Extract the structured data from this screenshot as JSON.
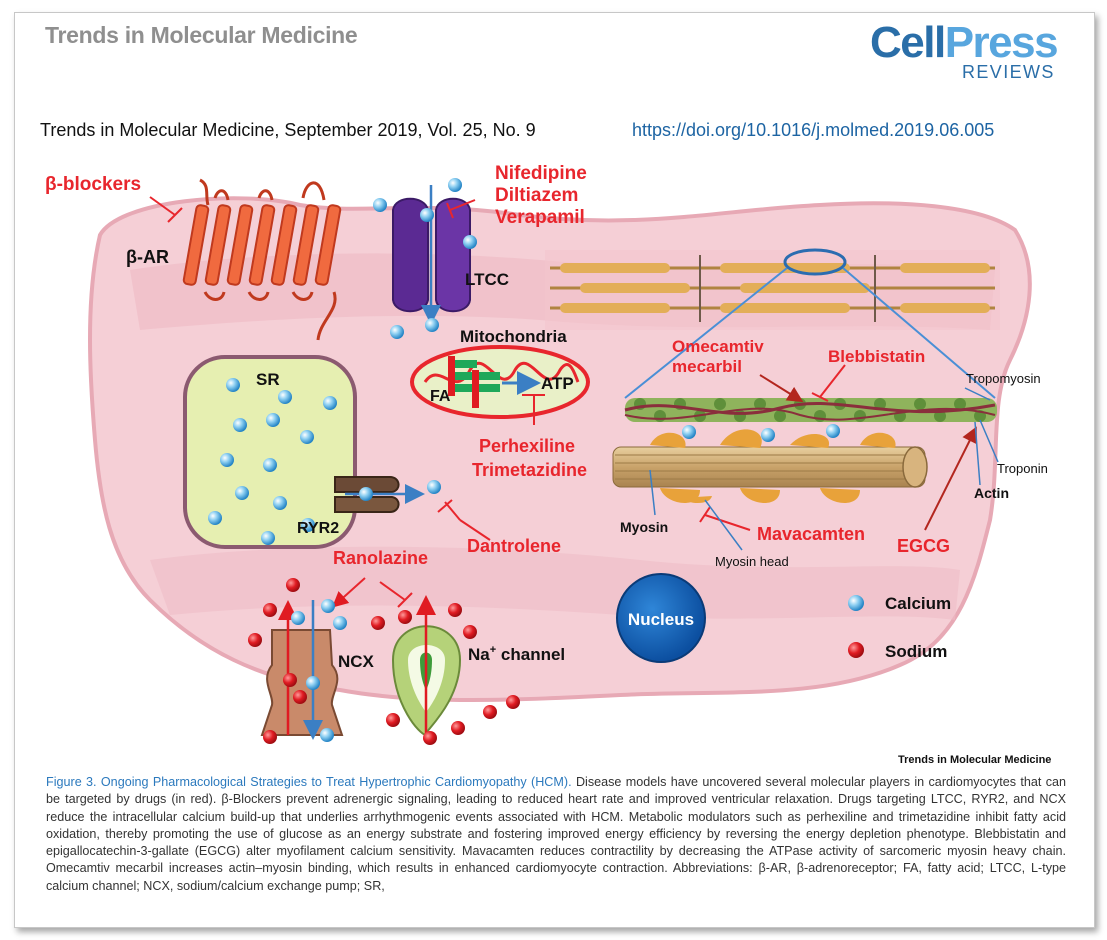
{
  "header": {
    "journal_name": "Trends in Molecular Medicine",
    "logo_cell": "Cell",
    "logo_press": "Press",
    "logo_reviews": "REVIEWS",
    "citation": "Trends in Molecular Medicine, September 2019, Vol. 25, No. 9",
    "doi": "https://doi.org/10.1016/j.molmed.2019.06.005"
  },
  "figure": {
    "drug_labels": {
      "beta_blockers": "β-blockers",
      "nifedipine": "Nifedipine",
      "diltiazem": "Diltiazem",
      "verapamil": "Verapamil",
      "omecamtiv_1": "Omecamtiv",
      "omecamtiv_2": "mecarbil",
      "blebbistatin": "Blebbistatin",
      "perhexiline": "Perhexiline",
      "trimetazidine": "Trimetazidine",
      "dantrolene": "Dantrolene",
      "mavacamten": "Mavacamten",
      "egcg": "EGCG",
      "ranolazine": "Ranolazine"
    },
    "structure_labels": {
      "beta_ar": "β-AR",
      "ltcc": "LTCC",
      "mitochondria": "Mitochondria",
      "fa": "FA",
      "atp": "ATP",
      "sr": "SR",
      "ryr2": "RYR2",
      "tropomyosin": "Tropomyosin",
      "troponin": "Troponin",
      "actin": "Actin",
      "myosin": "Myosin",
      "myosin_head": "Myosin head",
      "ncx": "NCX",
      "na_channel": "Na",
      "na_channel_sup": "+",
      "na_channel_suffix": " channel",
      "nucleus": "Nucleus"
    },
    "legend": {
      "calcium": "Calcium",
      "sodium": "Sodium"
    },
    "colors": {
      "drug_red": "#e8262d",
      "calcium_blue": "#4fa8dc",
      "sodium_red": "#e01b22",
      "cell_pink": "#f6d3d9",
      "sr_green": "#e6efb1",
      "nucleus_blue": "#1565c0"
    },
    "brand_label": "Trends in Molecular Medicine"
  },
  "caption": {
    "title": "Figure 3. Ongoing Pharmacological Strategies to Treat Hypertrophic Cardiomyopathy (HCM).",
    "body": " Disease models have uncovered several molecular players in cardiomyocytes that can be targeted by drugs (in red). β-Blockers prevent adrenergic signaling, leading to reduced heart rate and improved ventricular relaxation. Drugs targeting LTCC, RYR2, and NCX reduce the intracellular calcium build-up that underlies arrhythmogenic events associated with HCM. Metabolic modulators such as perhexiline and trimetazidine inhibit fatty acid oxidation, thereby promoting the use of glucose as an energy substrate and fostering improved energy efficiency by reversing the energy depletion phenotype. Blebbistatin and epigallocatechin-3-gallate (EGCG) alter myofilament calcium sensitivity. Mavacamten reduces contractility by decreasing the ATPase activity of sarcomeric myosin heavy chain. Omecamtiv mecarbil increases actin–myosin binding, which results in enhanced cardiomyocyte contraction. Abbreviations: β-AR, β-adrenoreceptor; FA, fatty acid; LTCC, L-type calcium channel; NCX, sodium/calcium exchange pump; SR,"
  }
}
